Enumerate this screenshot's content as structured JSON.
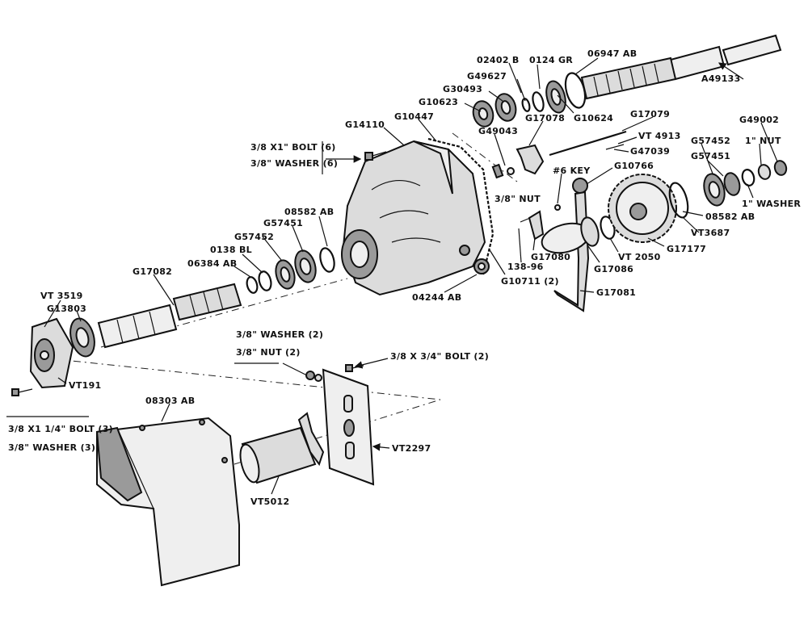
{
  "labels": {
    "l01": "02402 B",
    "l02": "0124 GR",
    "l03": "06947 AB",
    "l04": "G49627",
    "l05": "G30493",
    "l06": "G10623",
    "l07": "A49133",
    "l08": "G14110",
    "l09": "G10447",
    "l10": "G49043",
    "l11": "G17078",
    "l12": "G10624",
    "l13": "G17079",
    "l14": "VT 4913",
    "l15": "G47039",
    "l16": "G49002",
    "l17": "G57452",
    "l18": "1\" NUT",
    "l19": "G57451",
    "l20": "#6 KEY",
    "l21": "G10766",
    "l22": "1\" WASHER",
    "l23": "08582 AB",
    "l24": "VT3687",
    "l25": "G17177",
    "l26": "G17080",
    "l27": "138-96",
    "l28": "G17086",
    "l29": "VT 2050",
    "l30": "G10711 (2)",
    "l31": "G17081",
    "l32": "04244 AB",
    "l33": "08582 AB",
    "l34": "G57451",
    "l35": "G57452",
    "l36": "0138 BL",
    "l37": "06384 AB",
    "l38": "G17082",
    "l39": "VT 3519",
    "l40": "G13803",
    "l41": "VT191",
    "l42": "08303 AB",
    "l43": "VT5012",
    "l44": "VT2297",
    "b1_size": "3/8 X1\" BOLT (6)",
    "b1_washer": "3/8\" WASHER (6)",
    "nut_small": "3/8\" NUT",
    "w2": "3/8\" WASHER (2)",
    "n2": "3/8\" NUT (2)",
    "b2": "3/8 X 3/4\" BOLT (2)",
    "b3_size": "3/8 X1 1/4\" BOLT (3)",
    "b3_washer": "3/8\" WASHER (3)"
  }
}
